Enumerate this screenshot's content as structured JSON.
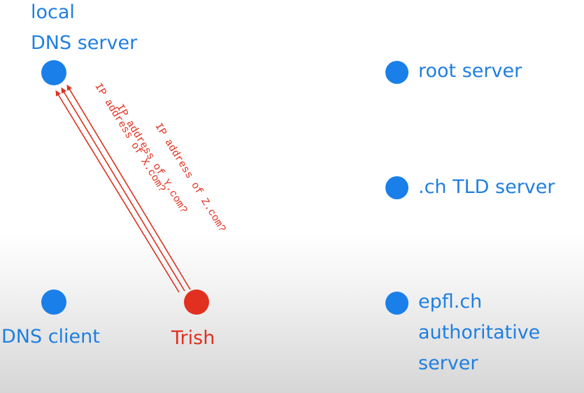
{
  "colors": {
    "node_blue": "#1a7fe8",
    "text_blue": "#1f7fe0",
    "red": "#e1301f",
    "arrow_red": "#d9331f"
  },
  "nodes": {
    "local_dns": {
      "label_lines": [
        "local",
        "DNS server"
      ]
    },
    "dns_client": {
      "label_lines": [
        "DNS client"
      ]
    },
    "trish": {
      "label_lines": [
        "Trish"
      ]
    },
    "root": {
      "label_lines": [
        "root server"
      ]
    },
    "tld": {
      "label_lines": [
        ".ch TLD server"
      ]
    },
    "epfl": {
      "label_lines": [
        "epfl.ch",
        "authoritative",
        "server"
      ]
    }
  },
  "queries": [
    {
      "text": "IP address of X.com?"
    },
    {
      "text": "IP address of Y.com?"
    },
    {
      "text": "IP address of Z.com?"
    }
  ]
}
